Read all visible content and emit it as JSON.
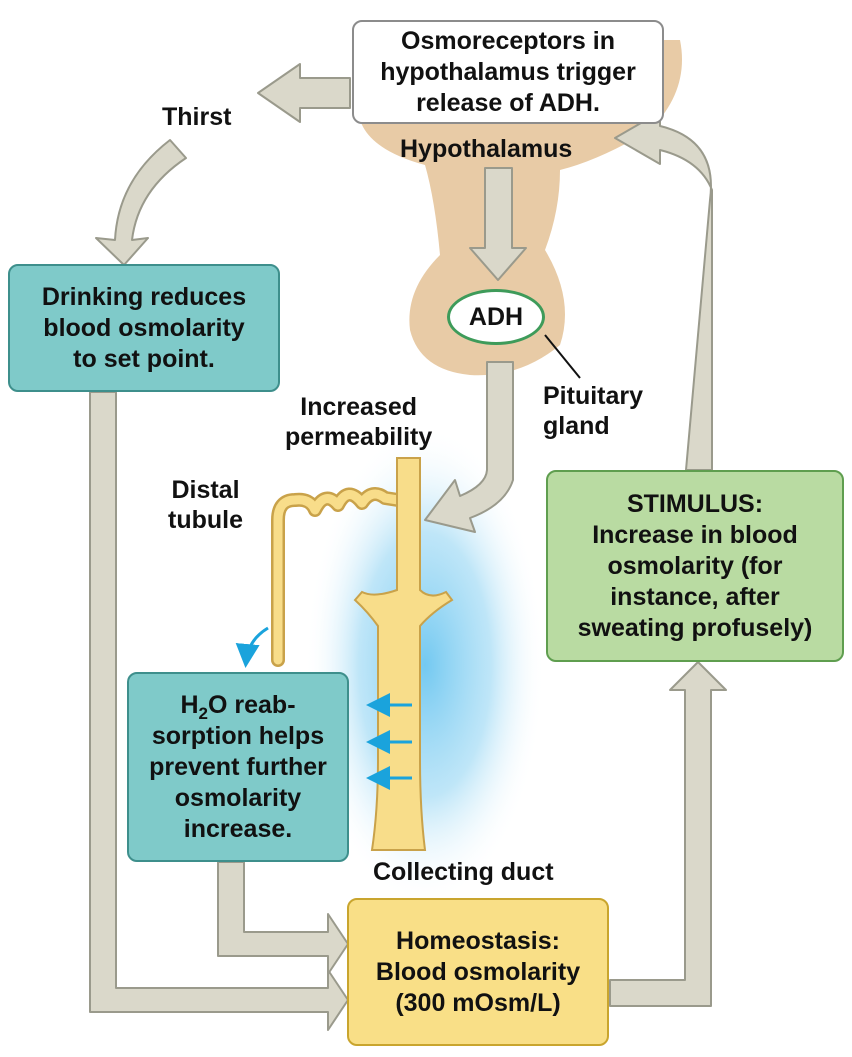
{
  "osmoreceptors": {
    "lines": [
      "Osmoreceptors in",
      "hypothalamus trigger",
      "release of ADH."
    ]
  },
  "hypothalamus_label": "Hypothalamus",
  "thirst_label": "Thirst",
  "drinking": {
    "lines": [
      "Drinking reduces",
      "blood osmolarity",
      "to set point."
    ]
  },
  "adh_label": "ADH",
  "pituitary": {
    "lines": [
      "Pituitary",
      "gland"
    ]
  },
  "increased_permeability": {
    "lines": [
      "Increased",
      "permeability"
    ]
  },
  "distal_tubule": {
    "lines": [
      "Distal",
      "tubule"
    ]
  },
  "stimulus": {
    "lines": [
      "STIMULUS:",
      "Increase in blood",
      "osmolarity (for",
      "instance, after",
      "sweating profusely)"
    ]
  },
  "reabsorption": {
    "first_prefix": "H",
    "first_subscript": "2",
    "first_suffix": "O reab-",
    "lines": [
      "sorption helps",
      "prevent further",
      "osmolarity",
      "increase."
    ]
  },
  "collecting_duct_label": "Collecting duct",
  "homeostasis": {
    "lines": [
      "Homeostasis:",
      "Blood osmolarity",
      "(300 mOsm/L)"
    ]
  },
  "colors": {
    "arrow_fill": "#dad8ca",
    "arrow_stroke": "#9a9a8c",
    "brain_tan": "#e8cba6",
    "duct_yellow": "#f8dd8a",
    "water_arrow_blue": "#1aa3dc",
    "teal_box": "#7fcac9",
    "green_box": "#b9dba2",
    "yellow_box": "#f9df87"
  }
}
